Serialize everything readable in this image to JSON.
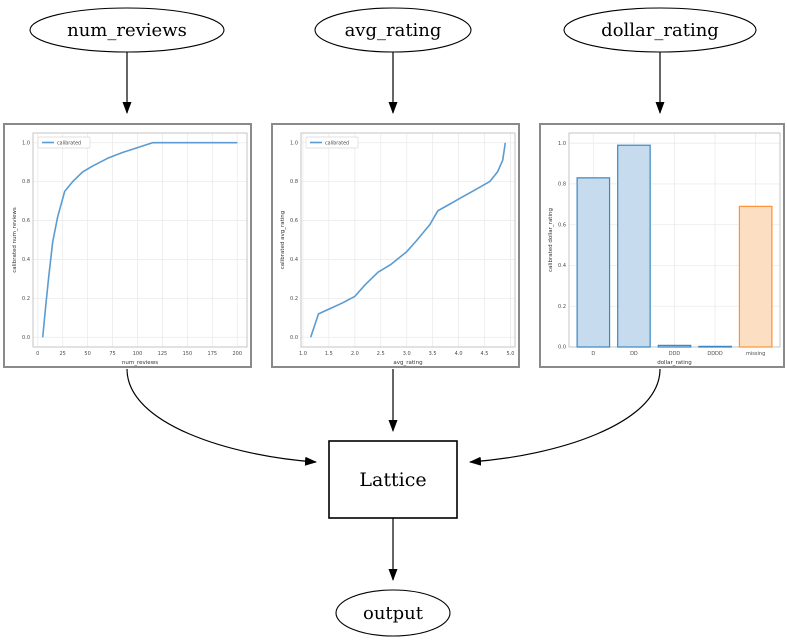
{
  "nodes": {
    "num_reviews": "num_reviews",
    "avg_rating": "avg_rating",
    "dollar_rating": "dollar_rating",
    "lattice": "Lattice",
    "output": "output"
  },
  "colors": {
    "line_blue": "#5b9bd1",
    "bar_blue_fill": "#c6dbed",
    "bar_blue_edge": "#3a87c4",
    "bar_orange_fill": "#fcdfc2",
    "bar_orange_edge": "#fd9333",
    "grid": "#ebebeb",
    "spine": "#c6c6c6",
    "edge_line": "#000000"
  },
  "chart_data": [
    {
      "type": "line",
      "title": "",
      "xlabel": "num_reviews",
      "ylabel": "calibrated num_reviews",
      "legend": [
        "calibrated"
      ],
      "line_color": "#5b9bd1",
      "x": [
        5,
        8,
        11,
        15,
        20,
        27,
        35,
        45,
        55,
        70,
        85,
        100,
        115,
        200
      ],
      "y": [
        0.0,
        0.16,
        0.31,
        0.49,
        0.62,
        0.75,
        0.8,
        0.85,
        0.88,
        0.92,
        0.95,
        0.975,
        1.0,
        1.0
      ],
      "xlim": [
        -4.75,
        209.75
      ],
      "ylim": [
        -0.05,
        1.05
      ],
      "xtick_vals": [
        0,
        25,
        50,
        75,
        100,
        125,
        150,
        175,
        200
      ],
      "xtick_labels": [
        "0",
        "25",
        "50",
        "75",
        "100",
        "125",
        "150",
        "175",
        "200"
      ],
      "ytick_vals": [
        0.0,
        0.2,
        0.4,
        0.6,
        0.8,
        1.0
      ],
      "ytick_labels": [
        "0.0",
        "0.2",
        "0.4",
        "0.6",
        "0.8",
        "1.0"
      ],
      "grid": true,
      "legend_position": "upper left"
    },
    {
      "type": "line",
      "title": "",
      "xlabel": "avg_rating",
      "ylabel": "calibrated avg_rating",
      "legend": [
        "calibrated"
      ],
      "line_color": "#5b9bd1",
      "x": [
        1.15,
        1.3,
        1.5,
        1.75,
        2.0,
        2.2,
        2.45,
        2.7,
        3.0,
        3.2,
        3.45,
        3.6,
        3.8,
        4.0,
        4.3,
        4.6,
        4.75,
        4.85,
        4.9
      ],
      "y": [
        0.0,
        0.12,
        0.145,
        0.175,
        0.21,
        0.27,
        0.335,
        0.375,
        0.44,
        0.5,
        0.58,
        0.65,
        0.68,
        0.71,
        0.755,
        0.8,
        0.85,
        0.91,
        1.0
      ],
      "xlim": [
        0.9625,
        5.0875
      ],
      "ylim": [
        -0.05,
        1.05
      ],
      "xtick_vals": [
        1.0,
        1.5,
        2.0,
        2.5,
        3.0,
        3.5,
        4.0,
        4.5,
        5.0
      ],
      "xtick_labels": [
        "1.0",
        "1.5",
        "2.0",
        "2.5",
        "3.0",
        "3.5",
        "4.0",
        "4.5",
        "5.0"
      ],
      "ytick_vals": [
        0.0,
        0.2,
        0.4,
        0.6,
        0.8,
        1.0
      ],
      "ytick_labels": [
        "0.0",
        "0.2",
        "0.4",
        "0.6",
        "0.8",
        "1.0"
      ],
      "grid": true,
      "legend_position": "upper left"
    },
    {
      "type": "bar",
      "title": "",
      "xlabel": "dollar_rating",
      "ylabel": "calibrated dollar_rating",
      "categories": [
        "D",
        "DD",
        "DDD",
        "DDDD",
        "missing"
      ],
      "values": [
        0.83,
        0.99,
        0.008,
        0.003,
        0.69
      ],
      "bar_fill": [
        "#c6dbed",
        "#c6dbed",
        "#c6dbed",
        "#c6dbed",
        "#fcdfc2"
      ],
      "bar_edge": [
        "#3a87c4",
        "#3a87c4",
        "#3a87c4",
        "#3a87c4",
        "#fd9333"
      ],
      "ylim": [
        0,
        1.05
      ],
      "ytick_vals": [
        0.0,
        0.2,
        0.4,
        0.6,
        0.8,
        1.0
      ],
      "ytick_labels": [
        "0.0",
        "0.2",
        "0.4",
        "0.6",
        "0.8",
        "1.0"
      ],
      "grid": true,
      "legend_position": "none"
    }
  ]
}
